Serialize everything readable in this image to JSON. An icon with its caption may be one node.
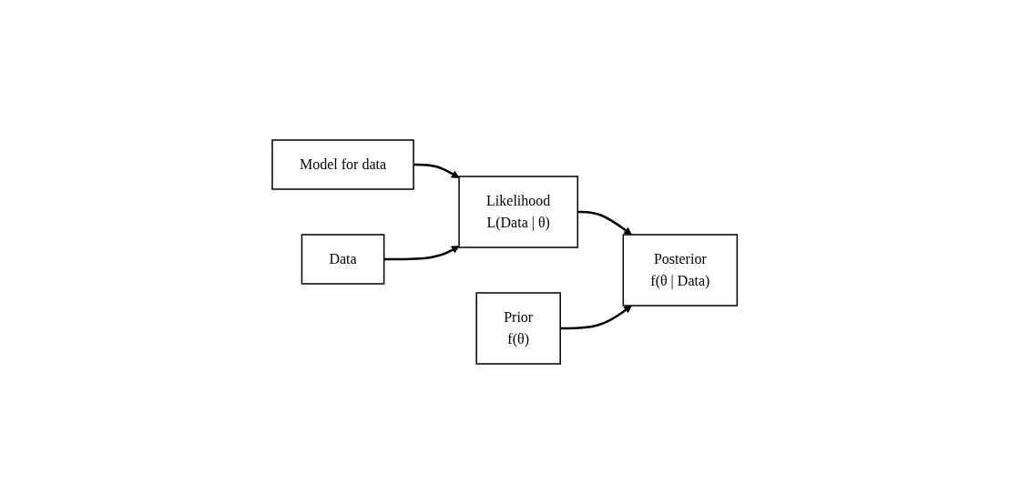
{
  "diagram": {
    "nodes": [
      {
        "text": [
          "Model for data"
        ]
      },
      {
        "text": [
          "Data"
        ]
      },
      {
        "text": [
          "Likelihood",
          "L(Data | θ)"
        ]
      },
      {
        "text": [
          "Prior",
          "f(θ)"
        ]
      },
      {
        "text": [
          "Posterior",
          "f(θ | Data)"
        ]
      }
    ],
    "edges": [
      {
        "from": 0,
        "to": 2,
        "arrow": "to"
      },
      {
        "from": 1,
        "to": 2,
        "arrow": "to"
      },
      {
        "from": 2,
        "to": 4,
        "arrow": "to"
      },
      {
        "from": 3,
        "to": 4,
        "arrow": "to"
      }
    ]
  }
}
